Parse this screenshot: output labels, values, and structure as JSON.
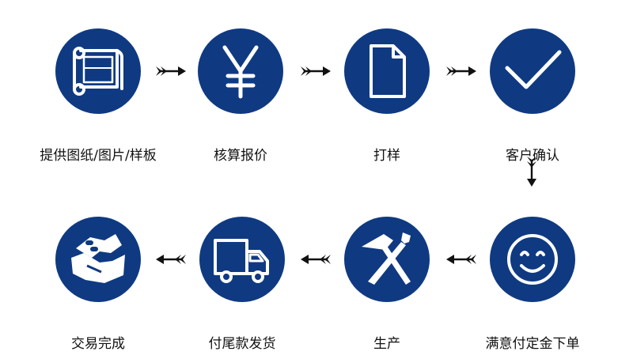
{
  "steps": [
    {
      "label": "提供图纸/图片/样板",
      "icon": "blueprint-scroll-icon"
    },
    {
      "label": "核算报价",
      "icon": "yen-icon"
    },
    {
      "label": "打样",
      "icon": "document-icon"
    },
    {
      "label": "客户确认",
      "icon": "checkmark-icon"
    },
    {
      "label": "满意付定金下单",
      "icon": "smiley-icon"
    },
    {
      "label": "生产",
      "icon": "hammer-screwdriver-icon"
    },
    {
      "label": "付尾款发货",
      "icon": "delivery-truck-icon"
    },
    {
      "label": "交易完成",
      "icon": "handshake-icon"
    }
  ],
  "colors": {
    "circle": "#0f3a82",
    "icon": "#ffffff",
    "arrow": "#111111",
    "text": "#111111"
  }
}
